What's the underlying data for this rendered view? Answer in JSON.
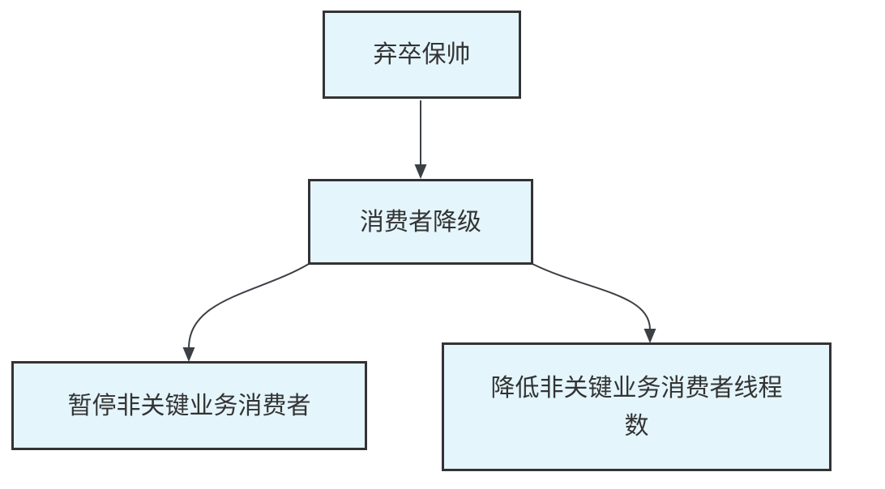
{
  "diagram": {
    "title": "",
    "nodes": [
      {
        "id": "root",
        "label": "弃卒保帅"
      },
      {
        "id": "consumer-downgrade",
        "label": "消费者降级"
      },
      {
        "id": "pause-noncritical-consumers",
        "label": "暂停非关键业务消费者"
      },
      {
        "id": "reduce-consumer-threads",
        "label": "降低非关键业务消费者线程数"
      }
    ],
    "edges": [
      {
        "from": "root",
        "to": "consumer-downgrade"
      },
      {
        "from": "consumer-downgrade",
        "to": "pause-noncritical-consumers"
      },
      {
        "from": "consumer-downgrade",
        "to": "reduce-consumer-threads"
      }
    ],
    "colors": {
      "node_fill": "#e4f5fc",
      "node_border": "#333333",
      "arrow": "#3b4045",
      "text": "#333333",
      "background": "#ffffff"
    }
  }
}
